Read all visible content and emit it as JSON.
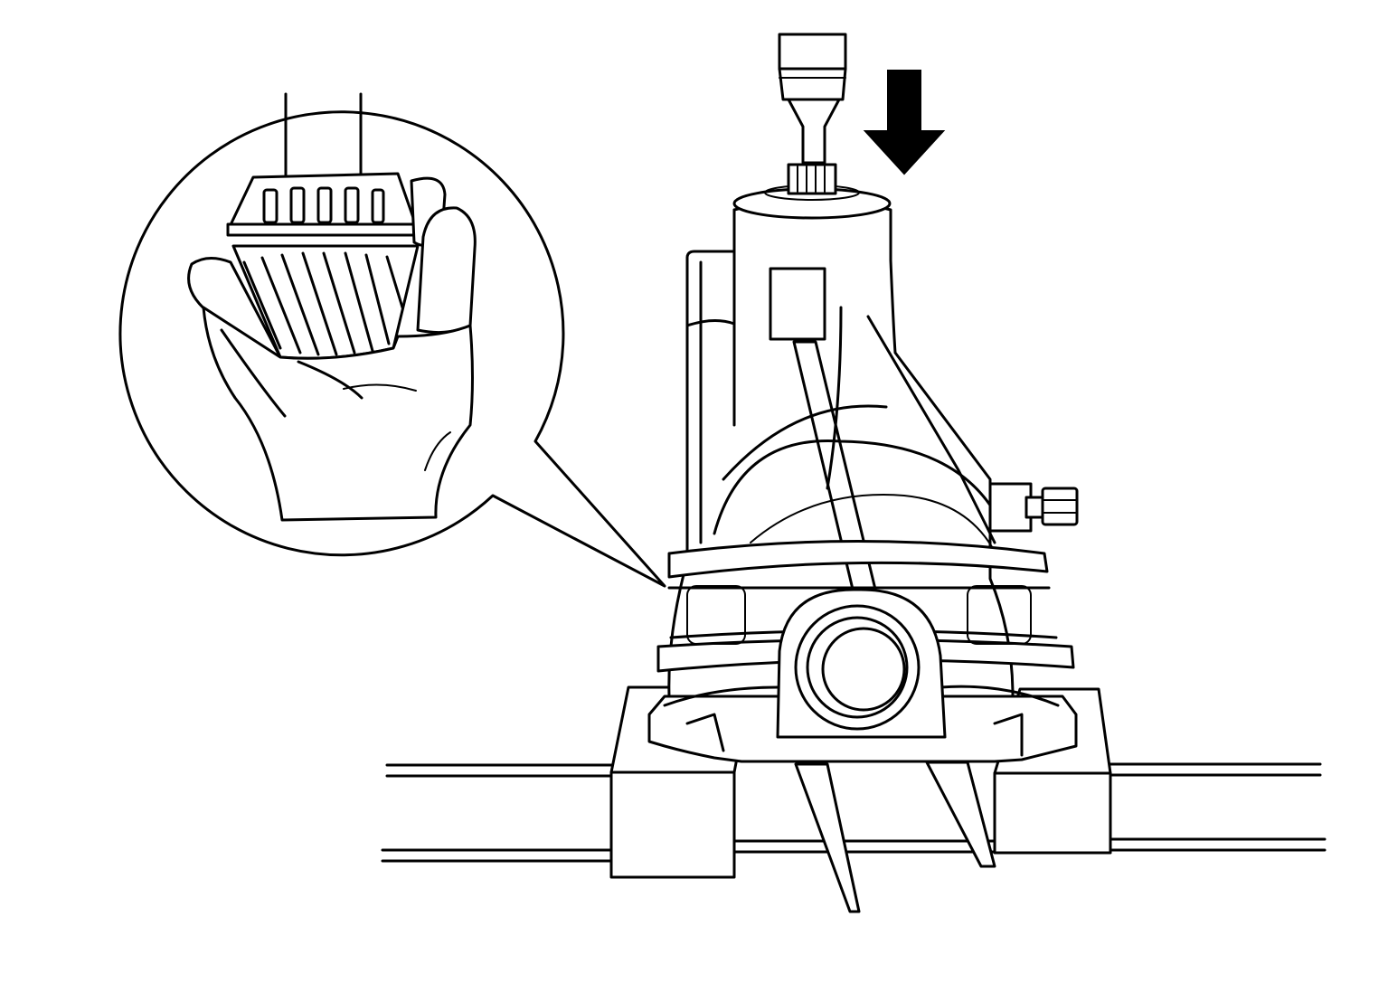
{
  "figure": {
    "parts": [
      "press-ram",
      "press-adapter",
      "push-direction-arrow",
      "pinion-shaft",
      "differential-carrier",
      "side-bearing-bore",
      "adjuster-bolt",
      "bench-support-blocks",
      "press-bed-rails",
      "detail-callout",
      "hand",
      "tapered-roller-bearing",
      "pinion-gear"
    ],
    "colors": {
      "line": "#000000",
      "fill": "#ffffff"
    }
  }
}
